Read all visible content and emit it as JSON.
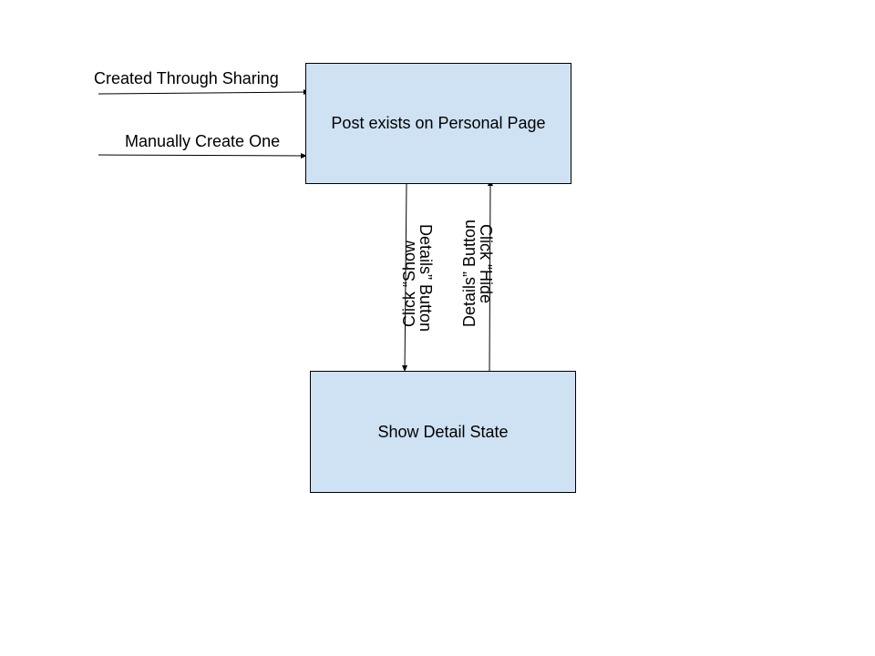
{
  "diagram": {
    "nodes": {
      "post_exists": {
        "label": "Post exists on Personal Page",
        "fill": "#cfe2f3"
      },
      "show_detail": {
        "label": "Show Detail State",
        "fill": "#cfe2f3"
      }
    },
    "entries": {
      "sharing": {
        "label": "Created Through Sharing"
      },
      "manual": {
        "label": "Manually Create One"
      }
    },
    "transitions": {
      "show": {
        "line1": "Click “Show",
        "line2": "Details” Button",
        "from": "post_exists",
        "to": "show_detail"
      },
      "hide": {
        "line1": "Click “Hide",
        "line2": "Details” Button",
        "from": "show_detail",
        "to": "post_exists"
      }
    },
    "colors": {
      "stroke": "#000000",
      "box_fill": "#cfe2f3"
    }
  }
}
